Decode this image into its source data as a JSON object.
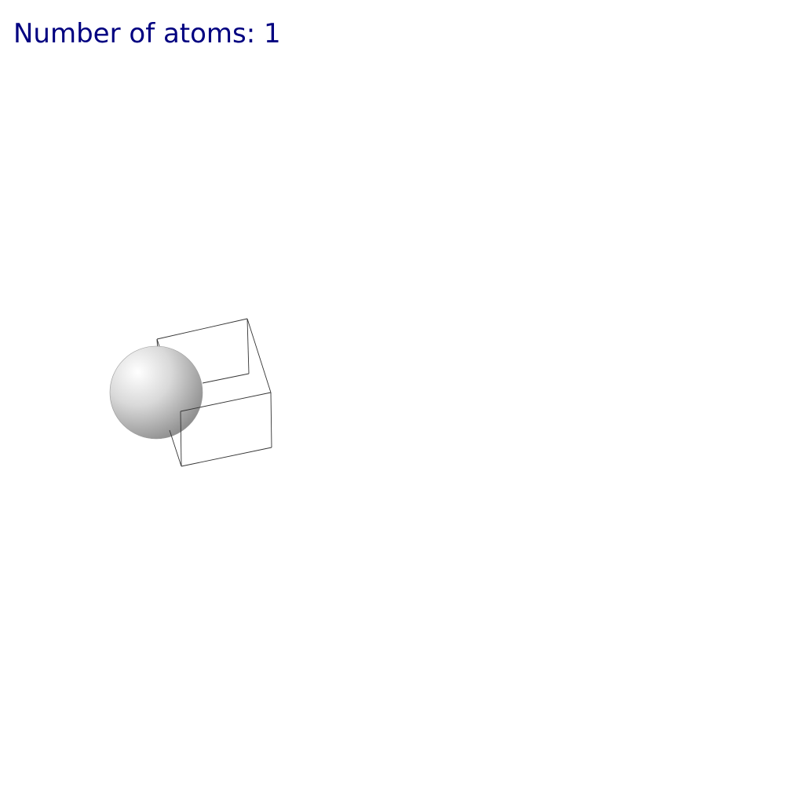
{
  "header": {
    "atom_count_label": "Number of atoms: 1"
  },
  "colors": {
    "text": "#000080",
    "cell_edges": "#333333",
    "atom_highlight": "#ffffff",
    "atom_mid": "#d9d9d9",
    "atom_shadow": "#8c8c8c"
  },
  "molecule": {
    "atoms": [
      {
        "element": "unknown",
        "color": "gray"
      }
    ],
    "unit_cell": {
      "shown": true,
      "style": "wireframe"
    }
  }
}
